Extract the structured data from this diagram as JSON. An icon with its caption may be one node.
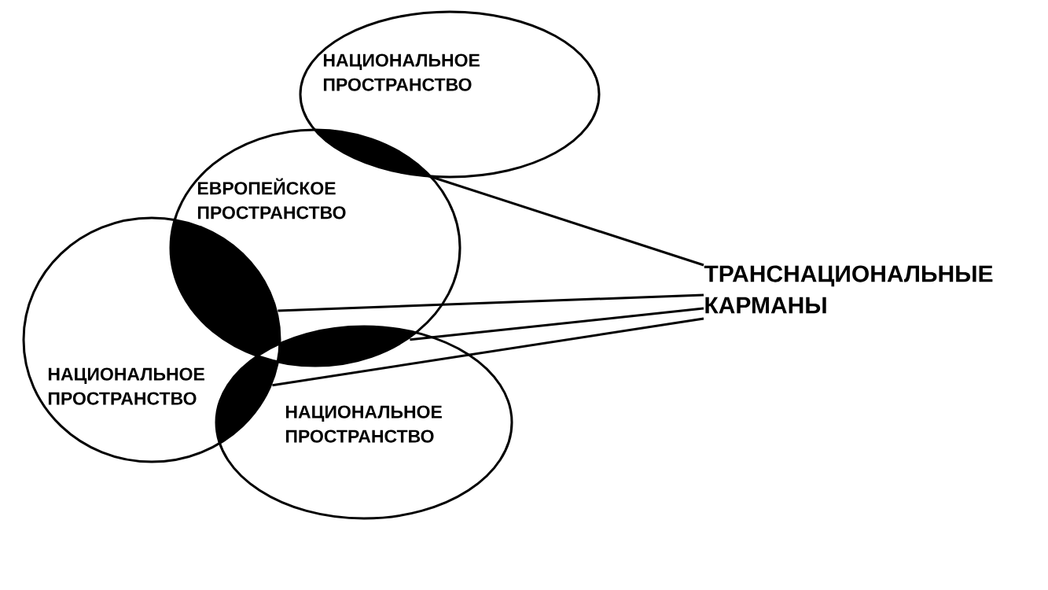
{
  "diagram": {
    "nodes": [
      {
        "text": [
          "НАЦИОНАЛЬНОЕ ПРОСТРАНСТВО"
        ]
      },
      {
        "text": [
          "ЕВРОПЕЙСКОЕ ПРОСТРАНСТВО"
        ]
      },
      {
        "text": [
          "НАЦИОНАЛЬНОЕ ПРОСТРАНСТВО"
        ]
      },
      {
        "text": [
          "НАЦИОНАЛЬНОЕ ПРОСТРАНСТВО"
        ]
      },
      {
        "text": [
          "ТРАНСНАЦИОНАЛЬНЫЕ КАРМАНЫ"
        ]
      },
      {
        "text": [],
        "shape": "lens"
      },
      {
        "text": [],
        "shape": "lens"
      },
      {
        "text": [],
        "shape": "lens"
      },
      {
        "text": [],
        "shape": "lens"
      }
    ],
    "edges": [
      {
        "from": 4,
        "to": 5,
        "arrow": "none"
      },
      {
        "from": 4,
        "to": 6,
        "arrow": "none"
      },
      {
        "from": 4,
        "to": 7,
        "arrow": "none"
      },
      {
        "from": 4,
        "to": 8,
        "arrow": "none"
      }
    ]
  }
}
